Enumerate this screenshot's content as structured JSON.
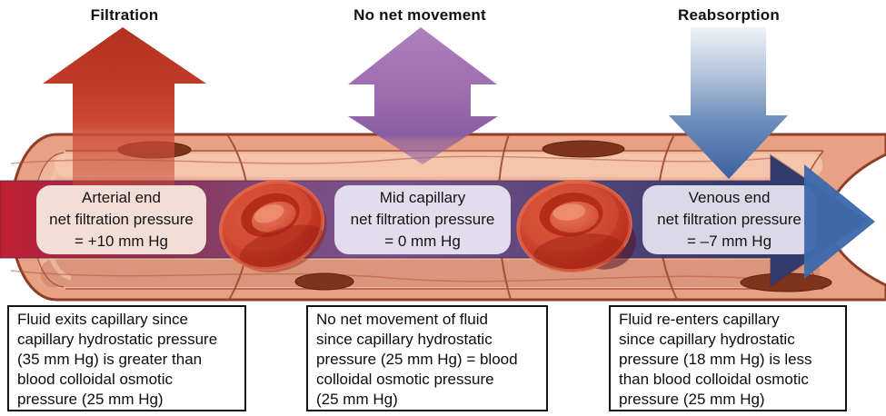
{
  "diagram": {
    "flow_labels": [
      {
        "label": "Filtration"
      },
      {
        "label": "No net movement"
      },
      {
        "label": "Reabsorption"
      }
    ],
    "pressure_boxes": [
      {
        "lines": [
          "Arterial end",
          "net filtration pressure",
          "= +10 mm Hg"
        ]
      },
      {
        "lines": [
          "Mid capillary",
          "net filtration pressure",
          "= 0 mm Hg"
        ]
      },
      {
        "lines": [
          "Venous end",
          "net filtration pressure",
          "= –7 mm Hg"
        ]
      }
    ],
    "explanation_boxes": [
      {
        "lines": [
          "Fluid exits capillary since",
          "capillary hydrostatic pressure",
          "(35 mm Hg) is greater than",
          "blood colloidal osmotic",
          "pressure (25 mm Hg)"
        ]
      },
      {
        "lines": [
          "No net movement of fluid",
          "since capillary hydrostatic",
          "pressure (25 mm Hg) = blood",
          "colloidal osmotic pressure",
          "(25 mm Hg)"
        ]
      },
      {
        "lines": [
          "Fluid re-enters capillary",
          "since capillary hydrostatic",
          "pressure (18 mm Hg) is less",
          "than blood colloidal osmotic",
          "pressure (25 mm Hg)"
        ]
      }
    ],
    "colors": {
      "filtration_arrow": "#c0392a",
      "no_net_movement_arrow": "#9a6cb0",
      "reabsorption_arrow": "#3d63a3",
      "band_arterial": "#c12031",
      "band_mid": "#75538f",
      "band_venous": "#2e3a6b",
      "vessel_wall": "#e9a184",
      "vessel_outline": "#8f3c28",
      "red_blood_cell": "#c63b27"
    }
  }
}
